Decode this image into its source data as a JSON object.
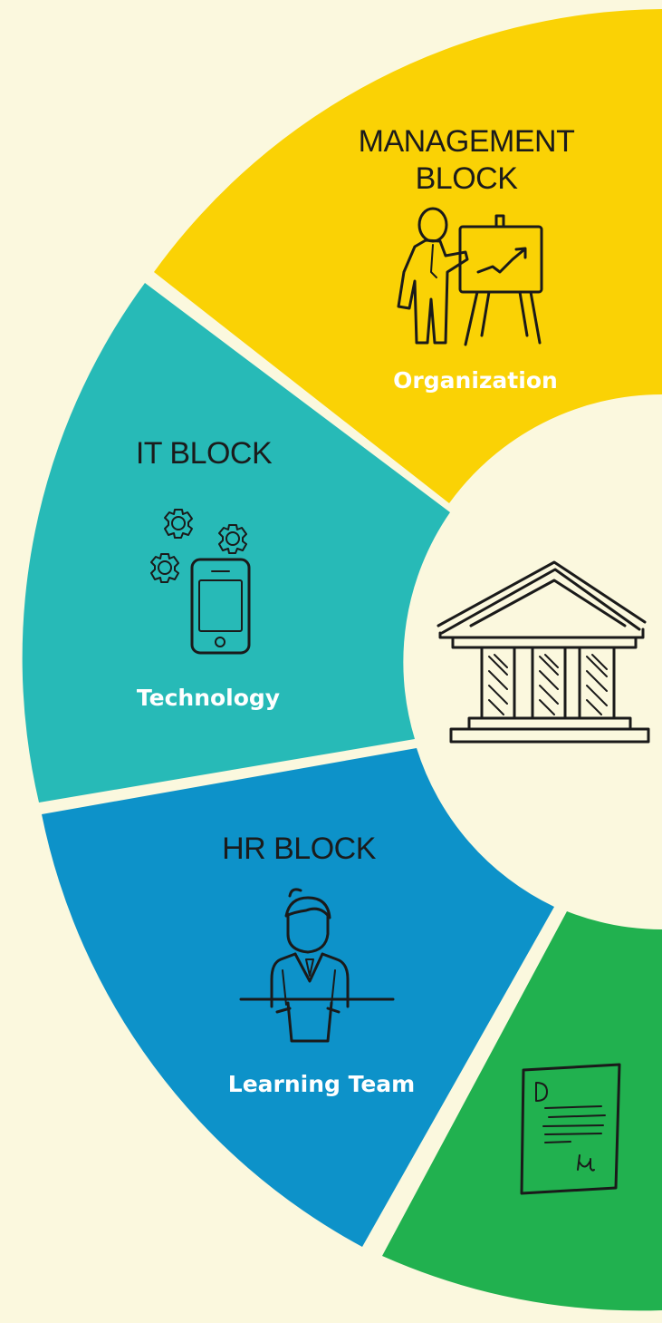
{
  "segments": [
    {
      "id": "management",
      "title_line1": "MANAGEMENT",
      "title_line2": "BLOCK",
      "subtitle": "Organization",
      "color": "#fad205"
    },
    {
      "id": "it",
      "title_line1": "IT BLOCK",
      "subtitle": "Technology",
      "color": "#27bab7"
    },
    {
      "id": "hr",
      "title_line1": "HR BLOCK",
      "subtitle": "Learning Team",
      "color": "#0d92c9"
    },
    {
      "id": "document",
      "color": "#21b14f"
    }
  ],
  "center": {
    "icon": "institution-building-icon"
  },
  "background": "#fbf8de"
}
